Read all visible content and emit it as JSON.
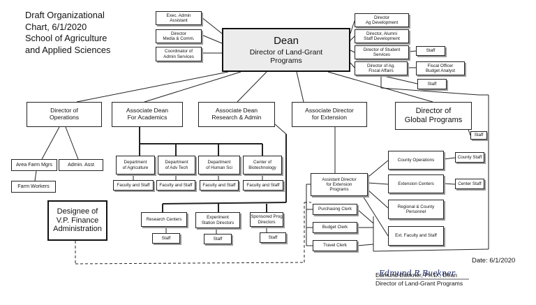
{
  "title": "Draft Organizational\nChart, 6/1/2020\nSchool of Agriculture\nand Applied Sciences",
  "dean": {
    "title": "Dean",
    "subtitle": "Director of Land-Grant\nPrograms"
  },
  "left_staff": [
    "Exec. Admin\nAssistant",
    "Director\nMedia & Comm.",
    "Coordinator of\nAdmin Services"
  ],
  "right_staff": [
    "Director\nAg Development",
    "Director, Alumni\nStaff Development",
    "Director of Student\nServices",
    "Director of Ag.\nFiscal Affairs"
  ],
  "side_boxes": {
    "student_staff": "Staff",
    "fiscal_officer": "Fiscal Officer\nBudget Analyst",
    "fiscal_staff": "Staff"
  },
  "directors": {
    "operations": "Director of\nOperations",
    "academics": "Associate Dean\nFor Academics",
    "research": "Associate Dean\nResearch & Admin",
    "extension": "Associate Director\nfor Extension",
    "global": "Director of\nGlobal Programs",
    "global_staff": "Staff"
  },
  "operations": {
    "farm_mgrs": "Area Farm Mgrs",
    "admin_asst": "Admin. Asst",
    "farm_workers": "Farm Workers"
  },
  "departments": [
    {
      "name": "Department\nof Agriculture",
      "staff": "Faculty and Staff"
    },
    {
      "name": "Department\nof Adv Tech",
      "staff": "Faculty and Staff"
    },
    {
      "name": "Department\nof Human Sci",
      "staff": "Faculty and Staff"
    },
    {
      "name": "Center of\nBiotechnology",
      "staff": "Faculty and Staff"
    }
  ],
  "research": [
    {
      "name": "Research Centers",
      "staff": "Staff"
    },
    {
      "name": "Experiment\nStation Directors",
      "staff": "Staff"
    },
    {
      "name": "Sponsored Prog\nDirectors",
      "staff": "Staff"
    }
  ],
  "finance": "Designee of\nV.P. Finance\nAdministration",
  "clerks": [
    "Purchasing Clerk",
    "Budget Clerk",
    "Travel Clerk"
  ],
  "extension": {
    "assistant": "Assistant Director\nfor Extension\nPrograms",
    "units": [
      "County Operations",
      "Extension Centers",
      "Regional & County\nPersonnel",
      "Ext. Faculty and Staff"
    ],
    "county_staff": "County Staff",
    "center_staff": "Center Staff"
  },
  "signature": {
    "date": "Date: 6/1/2020",
    "name": "Edmund Buckner, Ph.D., Dean",
    "title": "Director of Land-Grant Programs",
    "script": "Edmund R Buckner"
  }
}
